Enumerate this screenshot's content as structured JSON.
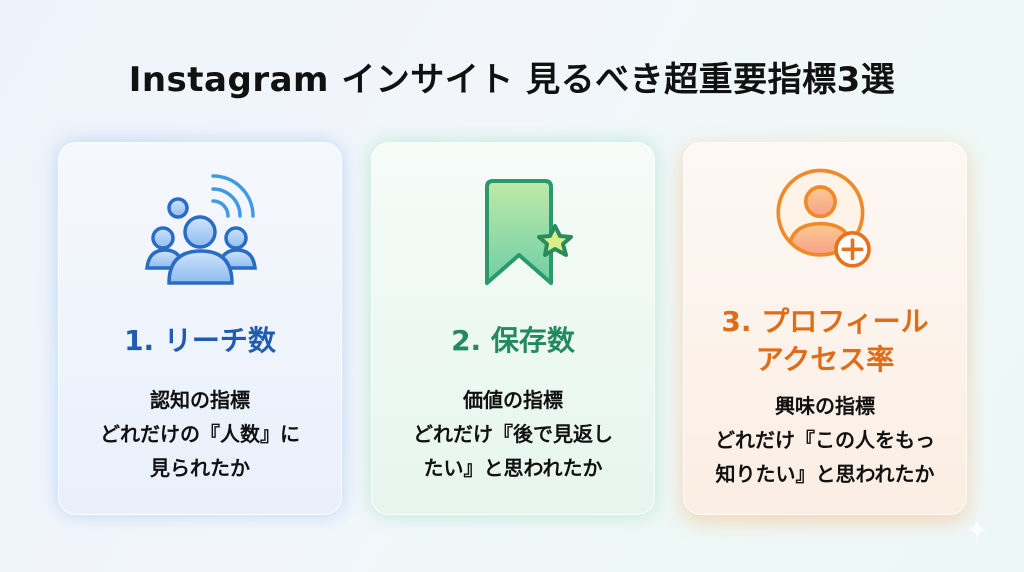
{
  "title": "Instagram インサイト 見るべき超重要指標3選",
  "cards": [
    {
      "icon": "people-broadcast-icon",
      "heading": [
        "1. リーチ数"
      ],
      "lines": [
        "認知の指標",
        "どれだけの『人数』に",
        "見られたか"
      ],
      "color": "#1f5bb0"
    },
    {
      "icon": "bookmark-star-icon",
      "heading": [
        "2. 保存数"
      ],
      "lines": [
        "価値の指標",
        "どれだけ『後で見返し",
        "たい』と思われたか"
      ],
      "color": "#238a60"
    },
    {
      "icon": "profile-add-icon",
      "heading": [
        "3. プロフィール",
        "アクセス率"
      ],
      "lines": [
        "興味の指標",
        "どれだけ『この人をもっ",
        "知りたい』と思われたか"
      ],
      "color": "#df6c17"
    }
  ]
}
